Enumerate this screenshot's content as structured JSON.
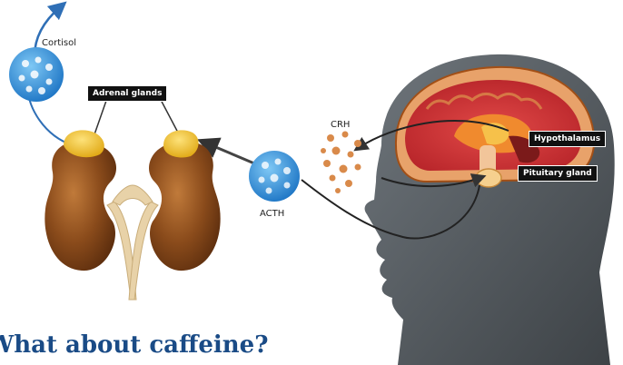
{
  "labels": {
    "cortisol": "Cortisol",
    "adrenal_glands": "Adrenal glands",
    "crh": "CRH",
    "acth": "ACTH",
    "hypothalamus": "Hypothalamus",
    "pituitary_gland": "Pituitary gland"
  },
  "heading": "What about caffeine?",
  "colors": {
    "heading": "#1a4b86",
    "hormone_blue": "#2f8fd6",
    "kidney_brown": "#8a4b1b",
    "adrenal_yellow": "#f2c21b",
    "head_gray": "#555b60",
    "brain_orange": "#e07a2a",
    "crh_dots": "#d98a4a"
  }
}
